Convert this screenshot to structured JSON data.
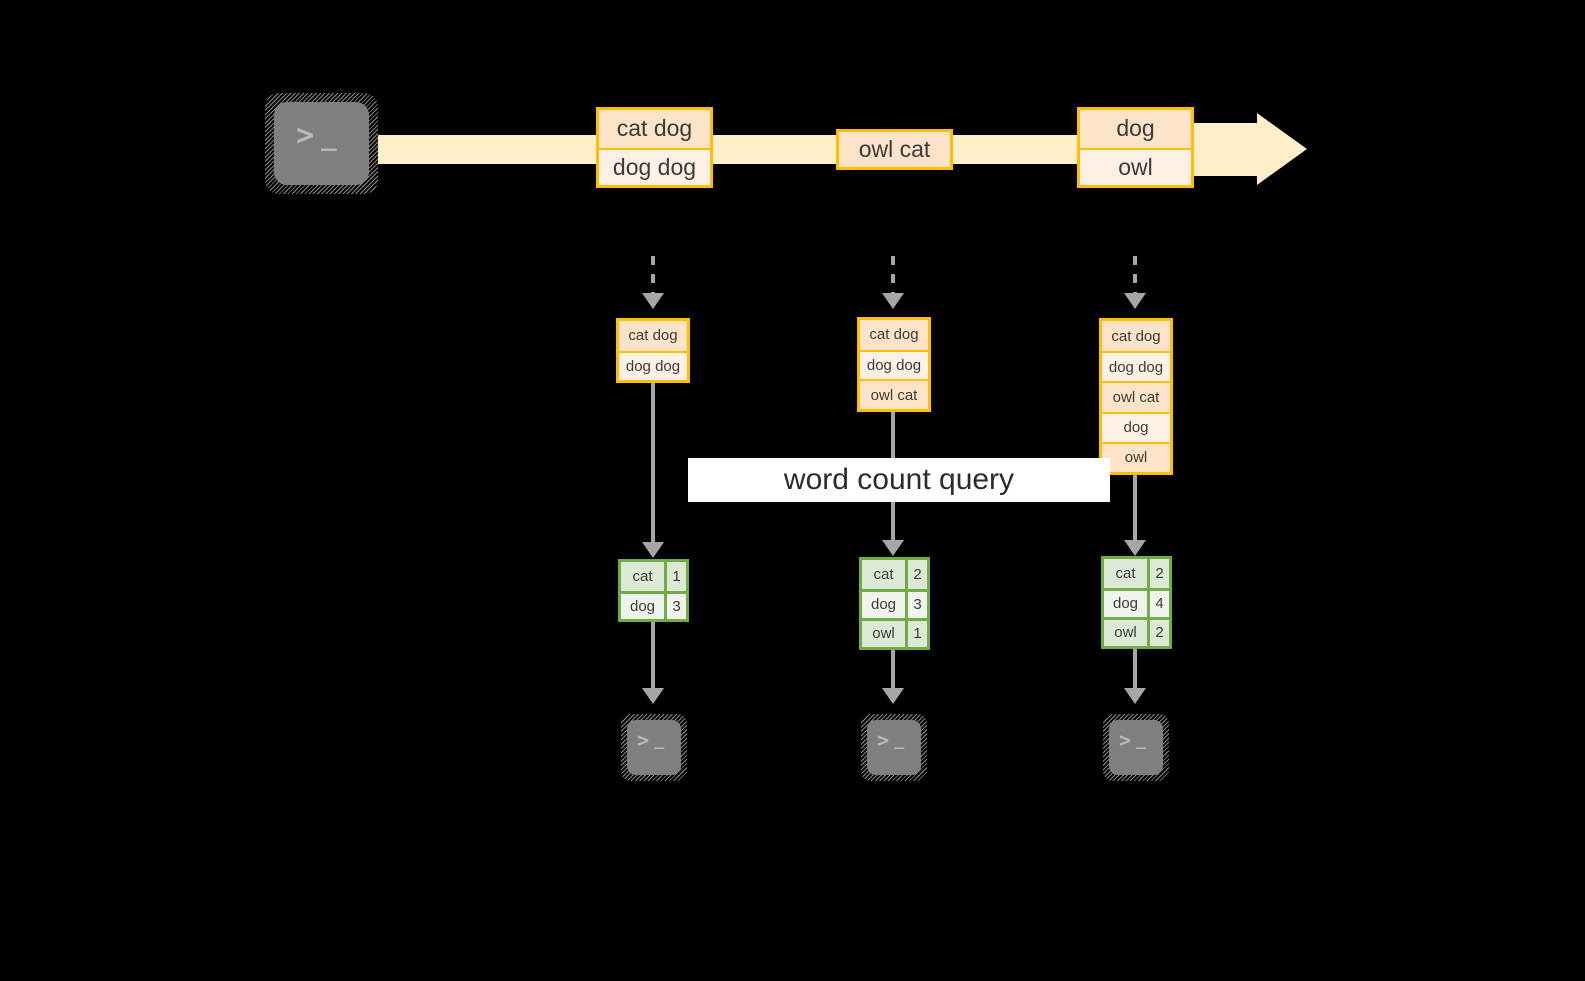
{
  "diagram": {
    "title": "word count query stream diagram",
    "colors": {
      "background": "#000000",
      "stream_band": "#ffefc9",
      "orange_border": "#ffbf00",
      "orange_row_dark": "#fde4c8",
      "orange_row_light": "#fdf1e6",
      "green_border": "#70ad47",
      "green_row_dark": "#dce9d4",
      "green_row_light": "#eff5ec",
      "connector_gray": "#a6a6a6",
      "terminal_body": "#7f7f7f",
      "terminal_glyph": "#b9b9b9",
      "label_band": "#ffffff",
      "text": "#3b3b3b"
    },
    "source": {
      "icon": "terminal-icon",
      "glyph_prompt": ">",
      "glyph_cursor": "_"
    },
    "stream": {
      "batches": [
        {
          "id": "batch-1",
          "lines": [
            "cat dog",
            "dog dog"
          ]
        },
        {
          "id": "batch-2",
          "lines": [
            "owl cat"
          ]
        },
        {
          "id": "batch-3",
          "lines": [
            "dog",
            "owl"
          ]
        }
      ]
    },
    "query_label": "word count query",
    "columns": [
      {
        "id": "column-1",
        "input_table": {
          "rows": [
            "cat dog",
            "dog dog"
          ]
        },
        "result_table": {
          "rows": [
            {
              "word": "cat",
              "count": "1"
            },
            {
              "word": "dog",
              "count": "3"
            }
          ]
        },
        "sink": {
          "icon": "terminal-icon",
          "glyph_prompt": ">",
          "glyph_cursor": "_"
        }
      },
      {
        "id": "column-2",
        "input_table": {
          "rows": [
            "cat dog",
            "dog dog",
            "owl cat"
          ]
        },
        "result_table": {
          "rows": [
            {
              "word": "cat",
              "count": "2"
            },
            {
              "word": "dog",
              "count": "3"
            },
            {
              "word": "owl",
              "count": "1"
            }
          ]
        },
        "sink": {
          "icon": "terminal-icon",
          "glyph_prompt": ">",
          "glyph_cursor": "_"
        }
      },
      {
        "id": "column-3",
        "input_table": {
          "rows": [
            "cat dog",
            "dog dog",
            "owl cat",
            "dog",
            "owl"
          ]
        },
        "result_table": {
          "rows": [
            {
              "word": "cat",
              "count": "2"
            },
            {
              "word": "dog",
              "count": "4"
            },
            {
              "word": "owl",
              "count": "2"
            }
          ]
        },
        "sink": {
          "icon": "terminal-icon",
          "glyph_prompt": ">",
          "glyph_cursor": "_"
        }
      }
    ]
  }
}
